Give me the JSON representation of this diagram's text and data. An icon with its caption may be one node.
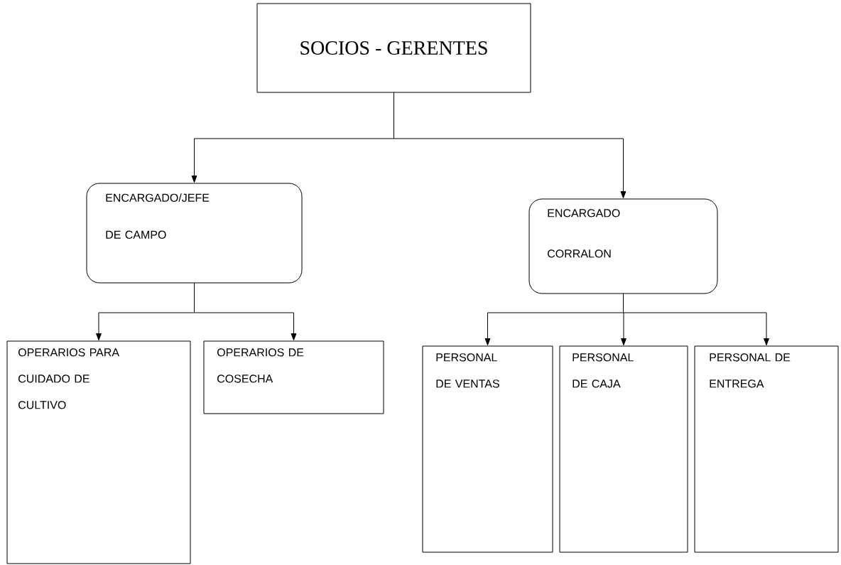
{
  "diagram": {
    "nodes": [
      {
        "text": [
          "SOCIOS - GERENTES"
        ]
      },
      {
        "text": [
          "ENCARGADO/JEFE DE CAMPO"
        ]
      },
      {
        "text": [
          "ENCARGADO CORRALON"
        ]
      },
      {
        "text": [
          "OPERARIOS PARA CUIDADO DE CULTIVO"
        ]
      },
      {
        "text": [
          "OPERARIOS DE COSECHA"
        ]
      },
      {
        "text": [
          "PERSONAL DE VENTAS"
        ]
      },
      {
        "text": [
          "PERSONAL DE CAJA"
        ]
      },
      {
        "text": [
          "PERSONAL DE ENTREGA"
        ]
      }
    ],
    "edges": [
      {
        "from": 0,
        "to": 1,
        "arrow": "to"
      },
      {
        "from": 0,
        "to": 2,
        "arrow": "to"
      },
      {
        "from": 1,
        "to": 3,
        "arrow": "to"
      },
      {
        "from": 1,
        "to": 4,
        "arrow": "to"
      },
      {
        "from": 2,
        "to": 5,
        "arrow": "to"
      },
      {
        "from": 2,
        "to": 6,
        "arrow": "to"
      },
      {
        "from": 2,
        "to": 7,
        "arrow": "to"
      }
    ]
  }
}
